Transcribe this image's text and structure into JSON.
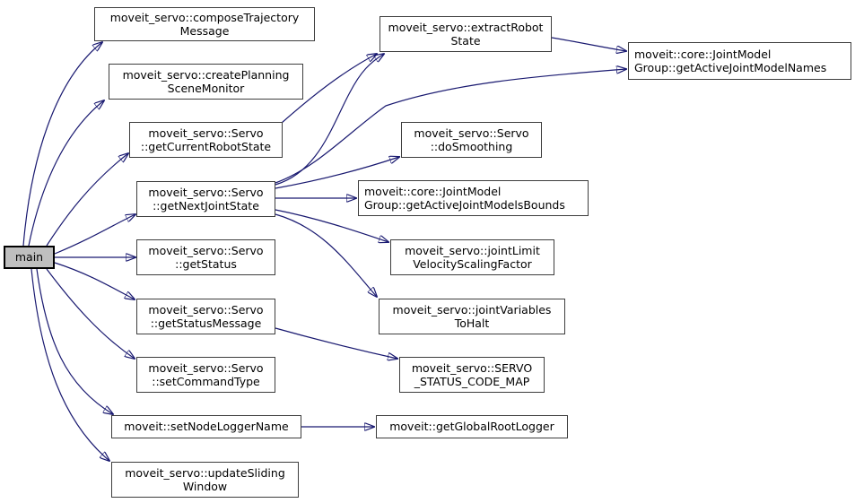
{
  "graph": {
    "type": "doxygen-call-graph",
    "colors": {
      "background": "#ffffff",
      "edge": "#191970",
      "node_border": "#3d3d3d",
      "node_fill": "#ffffff",
      "root_node_fill": "#bfbfbf",
      "text": "#000000"
    },
    "nodes": {
      "main": {
        "lines": [
          "main"
        ],
        "role": "root"
      },
      "compose_trajectory_message": {
        "lines": [
          "moveit_servo::composeTrajectory",
          "Message"
        ]
      },
      "create_planning_scene_monitor": {
        "lines": [
          "moveit_servo::createPlanning",
          "SceneMonitor"
        ]
      },
      "get_current_robot_state": {
        "lines": [
          "moveit_servo::Servo",
          "::getCurrentRobotState"
        ]
      },
      "get_next_joint_state": {
        "lines": [
          "moveit_servo::Servo",
          "::getNextJointState"
        ]
      },
      "get_status": {
        "lines": [
          "moveit_servo::Servo",
          "::getStatus"
        ]
      },
      "get_status_message": {
        "lines": [
          "moveit_servo::Servo",
          "::getStatusMessage"
        ]
      },
      "set_command_type": {
        "lines": [
          "moveit_servo::Servo",
          "::setCommandType"
        ]
      },
      "set_node_logger_name": {
        "lines": [
          "moveit::setNodeLoggerName"
        ]
      },
      "update_sliding_window": {
        "lines": [
          "moveit_servo::updateSliding",
          "Window"
        ]
      },
      "extract_robot_state": {
        "lines": [
          "moveit_servo::extractRobot",
          "State"
        ]
      },
      "get_active_joint_model_names": {
        "lines": [
          "moveit::core::JointModel",
          "Group::getActiveJointModelNames"
        ]
      },
      "do_smoothing": {
        "lines": [
          "moveit_servo::Servo",
          "::doSmoothing"
        ]
      },
      "get_active_joint_models_bounds": {
        "lines": [
          "moveit::core::JointModel",
          "Group::getActiveJointModelsBounds"
        ]
      },
      "joint_limit_velocity_scaling_factor": {
        "lines": [
          "moveit_servo::jointLimit",
          "VelocityScalingFactor"
        ]
      },
      "joint_variables_to_halt": {
        "lines": [
          "moveit_servo::jointVariables",
          "ToHalt"
        ]
      },
      "servo_status_code_map": {
        "lines": [
          "moveit_servo::SERVO",
          "_STATUS_CODE_MAP"
        ]
      },
      "get_global_root_logger": {
        "lines": [
          "moveit::getGlobalRootLogger"
        ]
      }
    },
    "edges": [
      {
        "from": "main",
        "to": "compose_trajectory_message"
      },
      {
        "from": "main",
        "to": "create_planning_scene_monitor"
      },
      {
        "from": "main",
        "to": "get_current_robot_state"
      },
      {
        "from": "main",
        "to": "get_next_joint_state"
      },
      {
        "from": "main",
        "to": "get_status"
      },
      {
        "from": "main",
        "to": "get_status_message"
      },
      {
        "from": "main",
        "to": "set_command_type"
      },
      {
        "from": "main",
        "to": "set_node_logger_name"
      },
      {
        "from": "main",
        "to": "update_sliding_window"
      },
      {
        "from": "get_current_robot_state",
        "to": "extract_robot_state"
      },
      {
        "from": "get_next_joint_state",
        "to": "extract_robot_state"
      },
      {
        "from": "get_next_joint_state",
        "to": "get_active_joint_model_names"
      },
      {
        "from": "get_next_joint_state",
        "to": "do_smoothing"
      },
      {
        "from": "get_next_joint_state",
        "to": "get_active_joint_models_bounds"
      },
      {
        "from": "get_next_joint_state",
        "to": "joint_limit_velocity_scaling_factor"
      },
      {
        "from": "get_next_joint_state",
        "to": "joint_variables_to_halt"
      },
      {
        "from": "extract_robot_state",
        "to": "get_active_joint_model_names"
      },
      {
        "from": "get_status_message",
        "to": "servo_status_code_map"
      },
      {
        "from": "set_node_logger_name",
        "to": "get_global_root_logger"
      }
    ]
  }
}
